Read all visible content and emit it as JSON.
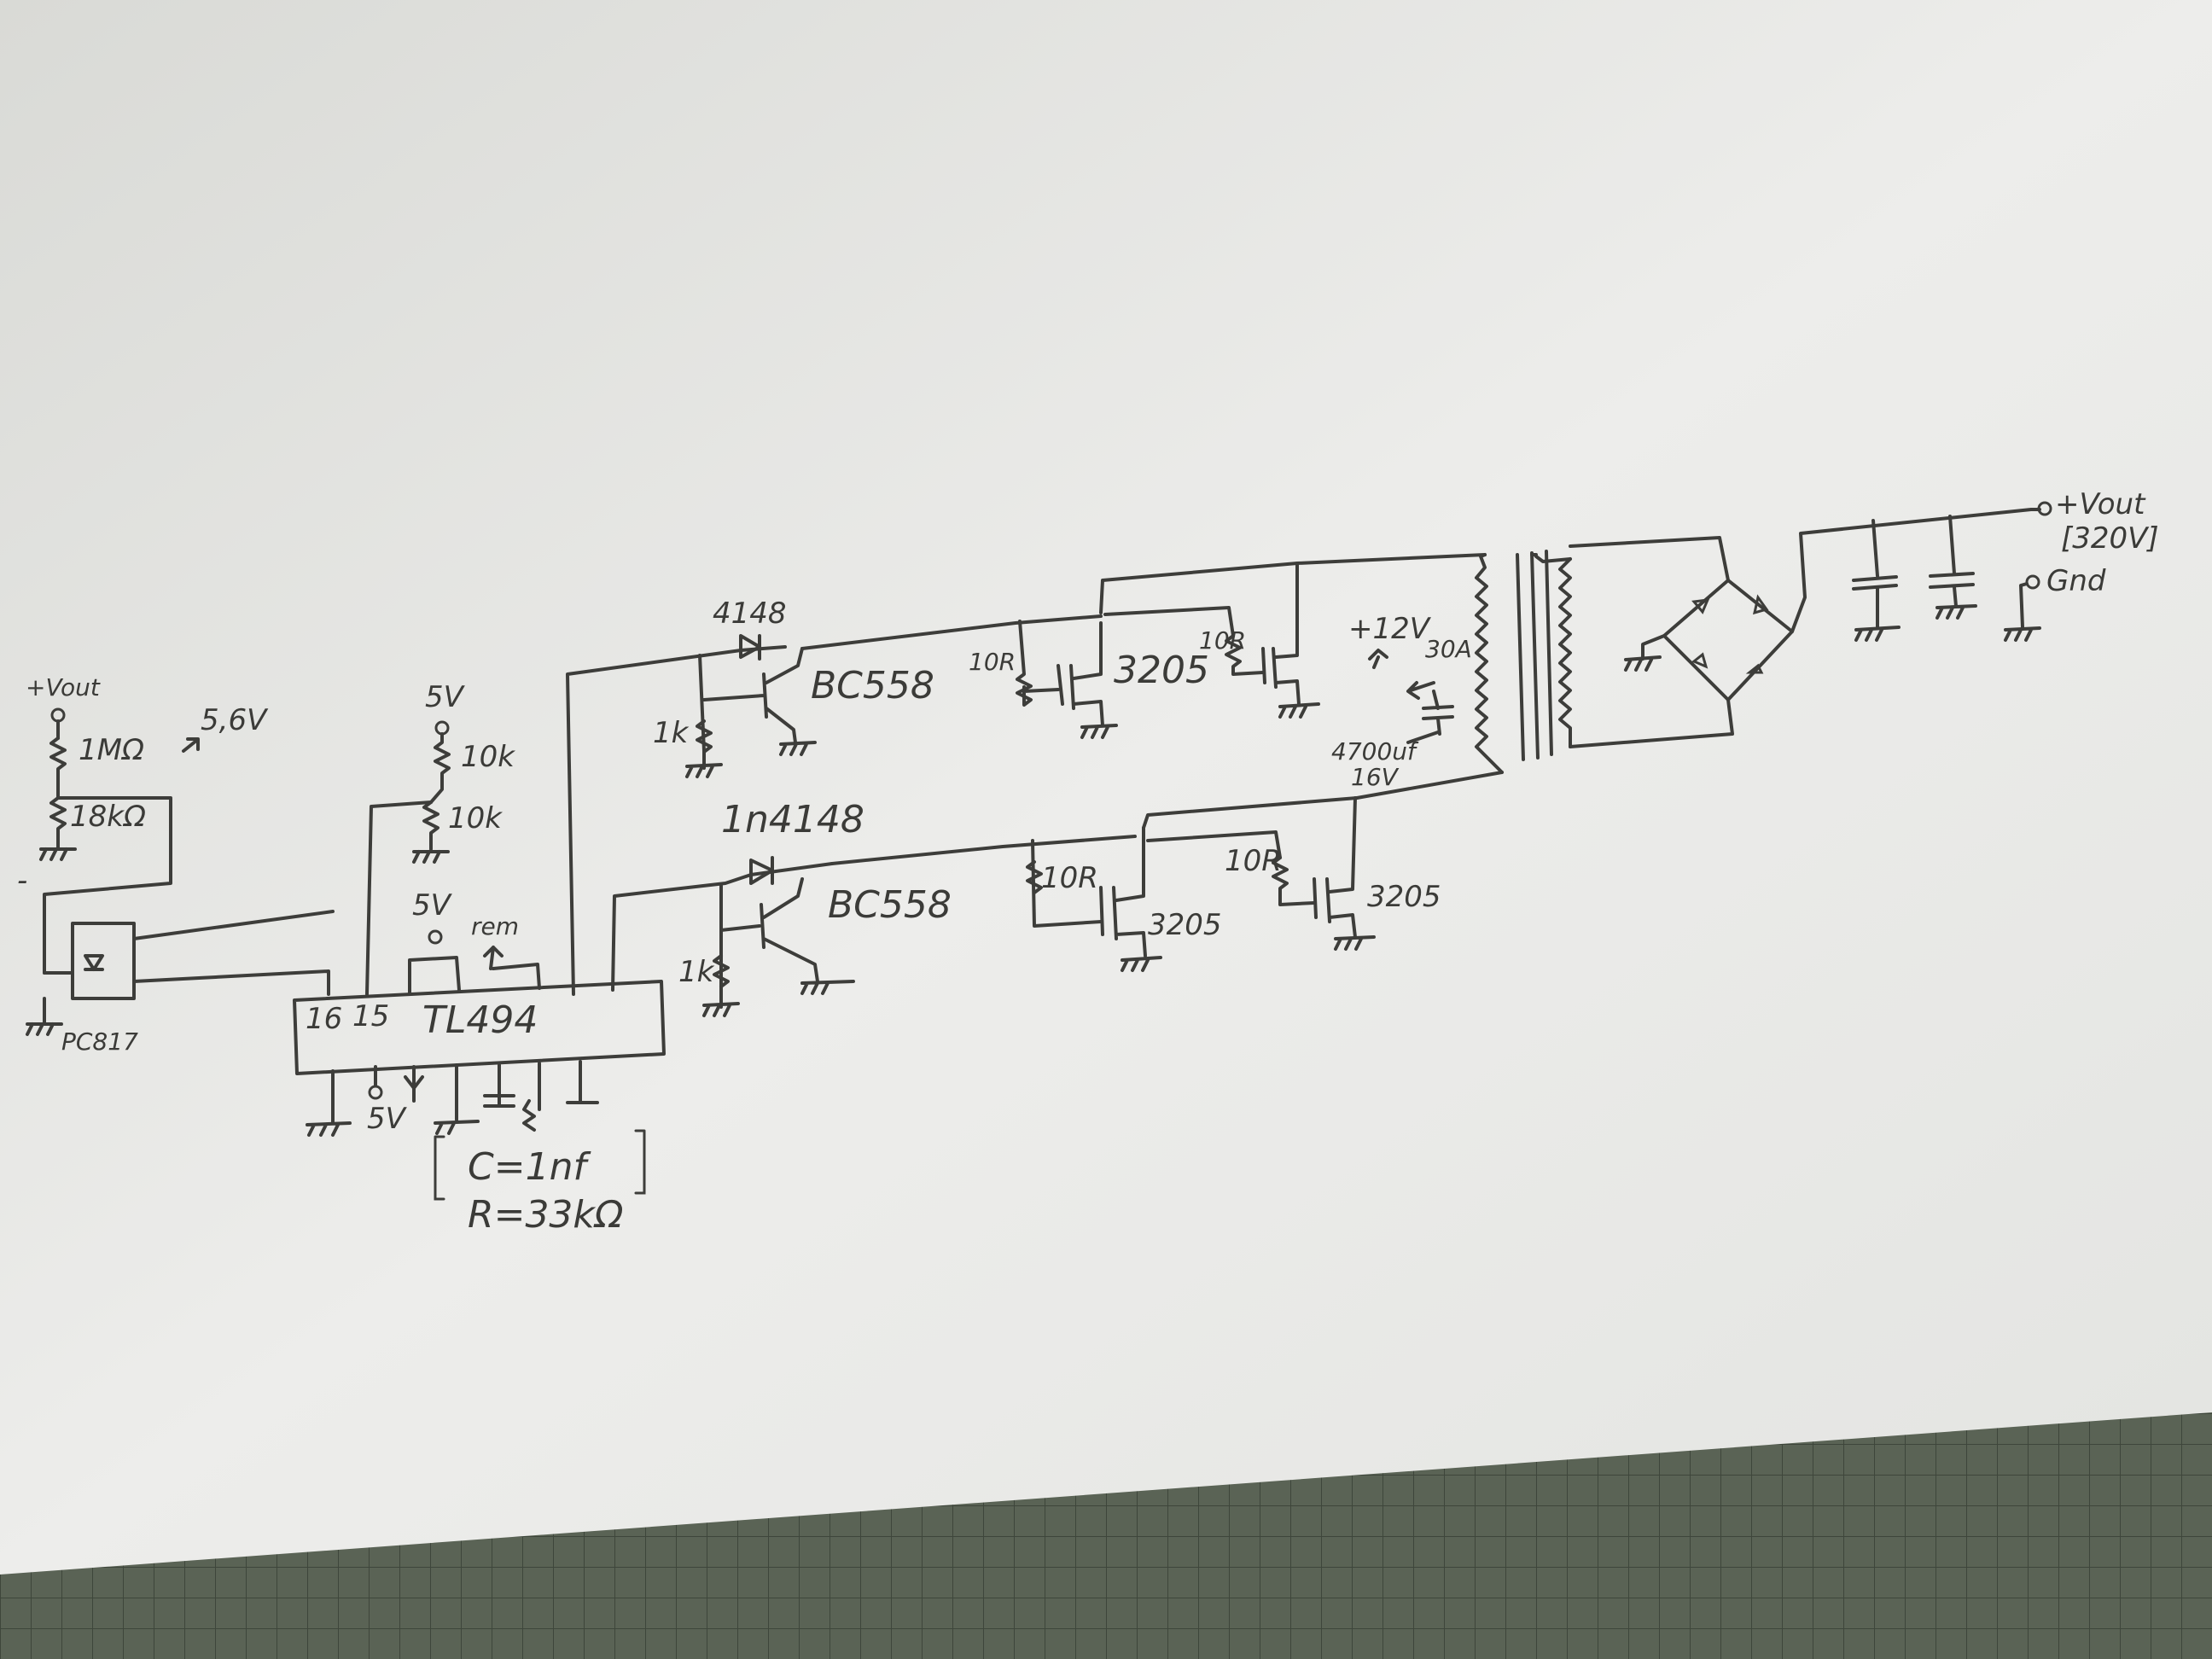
{
  "labels": {
    "vout_in": "+Vout",
    "r_1m": "1MΩ",
    "r_18k": "18kΩ",
    "zener_56": "5,6V",
    "minus": "-",
    "opto": "PC817",
    "v5_top": "5V",
    "r_10k_a": "10k",
    "r_10k_b": "10k",
    "v5_mid": "5V",
    "rem": "rem",
    "pin16": "16",
    "pin15": "15",
    "ic": "TL494",
    "v5_bottom": "5V",
    "c_note": "C=1nf",
    "r_note": "R=33kΩ",
    "d1": "4148",
    "d2": "1n4148",
    "r_1k_a": "1k",
    "r_1k_b": "1k",
    "q1": "BC558",
    "q2": "BC558",
    "r_10r_a": "10R",
    "r_10r_b": "10R",
    "r_10r_c": "10R",
    "r_10r_d": "10R",
    "fet_a": "3205",
    "fet_b": "3205",
    "fet_c": "3205",
    "v12": "+12V",
    "amps": "30A",
    "cap_val": "4700uf",
    "cap_v": "16V",
    "out_pos": "+Vout",
    "out_v": "[320V]",
    "gnd": "Gnd"
  },
  "colors": {
    "paper": "#e8e8e5",
    "pencil": "#3d3d3a",
    "cutting_mat": "#5a6355"
  }
}
